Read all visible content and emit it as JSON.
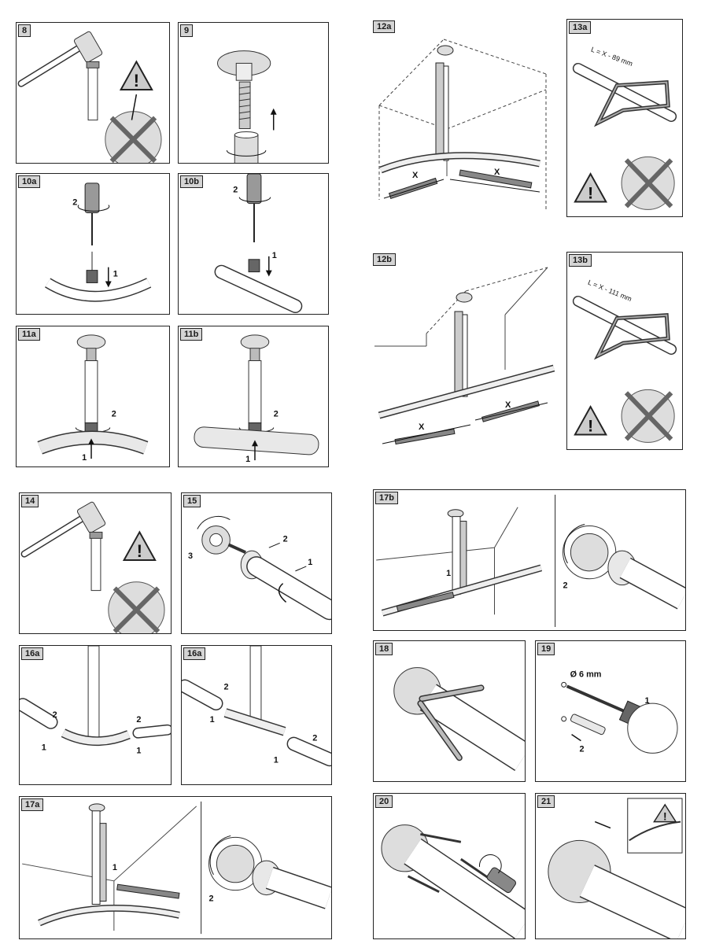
{
  "steps": {
    "s8": {
      "label": "8"
    },
    "s9": {
      "label": "9"
    },
    "s10a": {
      "label": "10a"
    },
    "s10b": {
      "label": "10b"
    },
    "s11a": {
      "label": "11a"
    },
    "s11b": {
      "label": "11b"
    },
    "s12a": {
      "label": "12a",
      "dim": "X"
    },
    "s12b": {
      "label": "12b",
      "dim": "X"
    },
    "s13a": {
      "label": "13a",
      "cut_length": "L = X - 89 mm"
    },
    "s13b": {
      "label": "13b",
      "cut_length": "L = X - 111 mm"
    },
    "s14": {
      "label": "14"
    },
    "s15": {
      "label": "15"
    },
    "s16a_1": {
      "label": "16a"
    },
    "s16a_2": {
      "label": "16a"
    },
    "s17a": {
      "label": "17a"
    },
    "s17b": {
      "label": "17b"
    },
    "s18": {
      "label": "18"
    },
    "s19": {
      "label": "19",
      "drill": "Ø 6 mm"
    },
    "s20": {
      "label": "20"
    },
    "s21": {
      "label": "21"
    }
  },
  "numbers": {
    "one": "1",
    "two": "2",
    "three": "3"
  },
  "icons": [
    "hammer-icon",
    "warning-icon",
    "screwdriver-icon",
    "drill-icon",
    "saw-icon",
    "level-icon",
    "wrench-icon"
  ]
}
